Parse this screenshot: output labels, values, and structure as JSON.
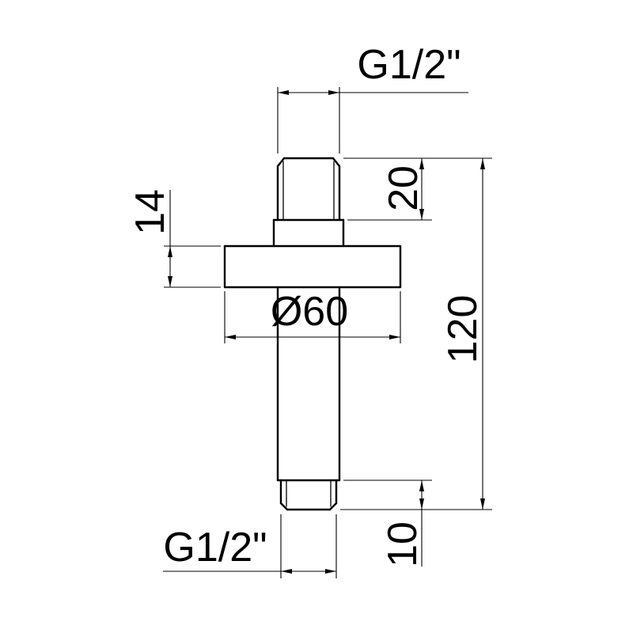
{
  "page": {
    "background": "#ffffff",
    "line_color": "#000000"
  },
  "labels": {
    "top_thread": "G1/2\"",
    "top_thread_length": "20",
    "flange_thickness": "14",
    "flange_diameter": "Ø60",
    "overall_length": "120",
    "bottom_thread_length": "10",
    "bottom_thread": "G1/2\""
  }
}
